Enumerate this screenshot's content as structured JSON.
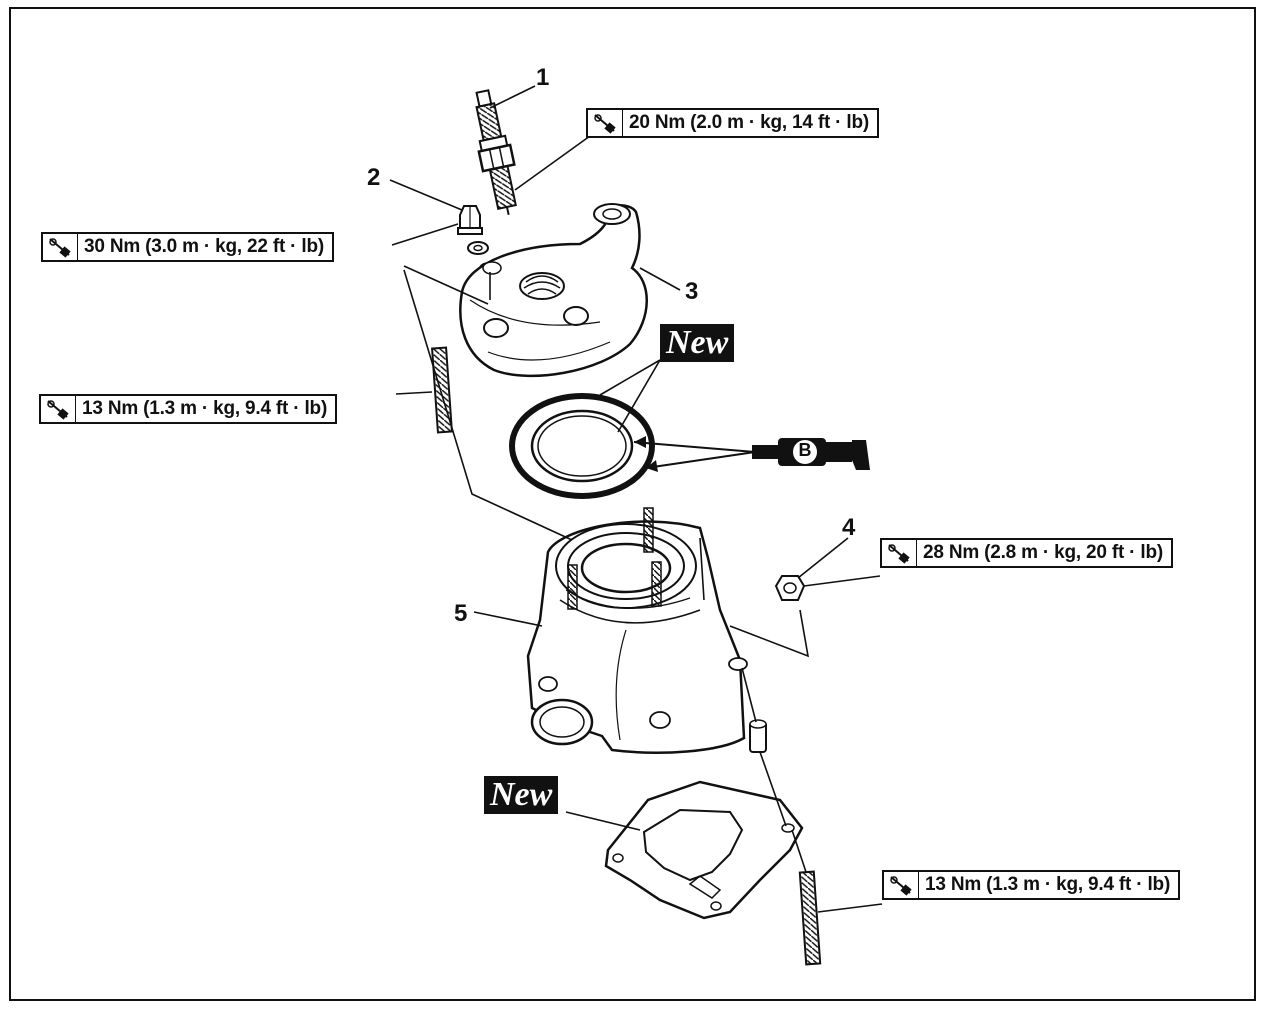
{
  "labels": {
    "part_1": "1",
    "part_2": "2",
    "part_3": "3",
    "part_4": "4",
    "part_5": "5",
    "new_upper": "New",
    "new_lower": "New",
    "grease_symbol": "B"
  },
  "torque_specs": {
    "spark_plug": "20 Nm (2.0 m · kg, 14 ft · lb)",
    "head_nut": "30 Nm (3.0 m · kg, 22 ft · lb)",
    "stud_upper": "13 Nm (1.3 m · kg, 9.4 ft · lb)",
    "cylinder_nut": "28 Nm (2.8 m · kg, 20 ft · lb)",
    "stud_lower": "13 Nm (1.3 m · kg, 9.4 ft · lb)"
  },
  "icons": {
    "torque": "torque-wrench-icon",
    "grease": "grease-gun-icon"
  },
  "colors": {
    "line": "#111111",
    "background": "#ffffff",
    "badge_bg": "#111111",
    "badge_text": "#ffffff"
  }
}
